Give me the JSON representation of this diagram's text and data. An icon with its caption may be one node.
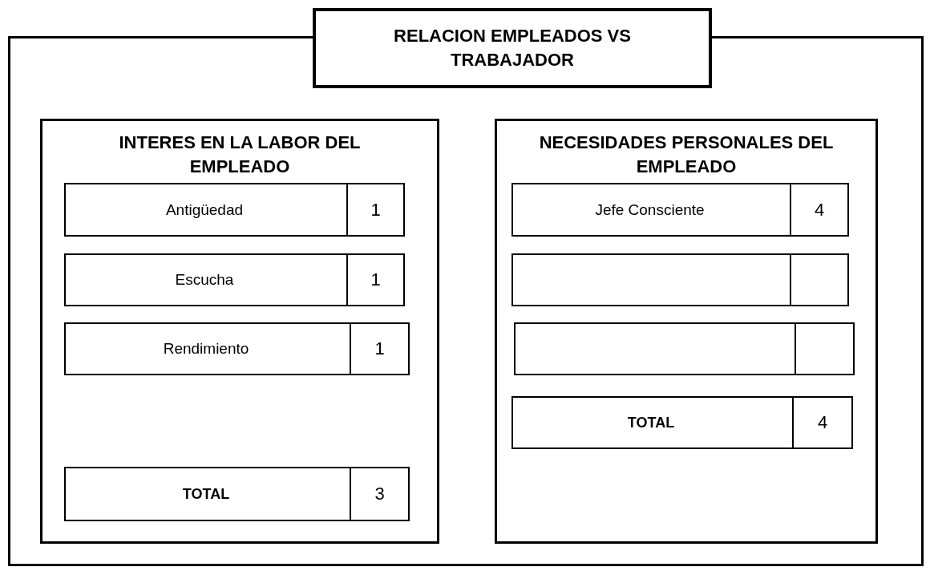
{
  "diagram": {
    "nodes": [
      {
        "text": [],
        "shape": "box"
      },
      {
        "text": [
          "RELACION EMPLEADOS VS TRABAJADOR"
        ]
      },
      {
        "text": [
          "INTERES EN LA LABOR DEL EMPLEADO"
        ],
        "in": 0
      },
      {
        "text": [
          "Antigüedad",
          "1"
        ],
        "in": 2
      },
      {
        "text": [
          "Escucha",
          "1"
        ],
        "in": 2
      },
      {
        "text": [
          "Rendimiento",
          "1"
        ],
        "in": 2
      },
      {
        "text": [
          "TOTAL",
          "3"
        ],
        "in": 2
      },
      {
        "text": [
          "NECESIDADES PERSONALES DEL EMPLEADO"
        ],
        "in": 0
      },
      {
        "text": [
          "Jefe Consciente",
          "4"
        ],
        "in": 7
      },
      {
        "text": [],
        "shape": "box",
        "in": 7
      },
      {
        "text": [],
        "shape": "box",
        "in": 7
      },
      {
        "text": [
          "TOTAL",
          "4"
        ],
        "in": 7
      }
    ],
    "edges": []
  }
}
